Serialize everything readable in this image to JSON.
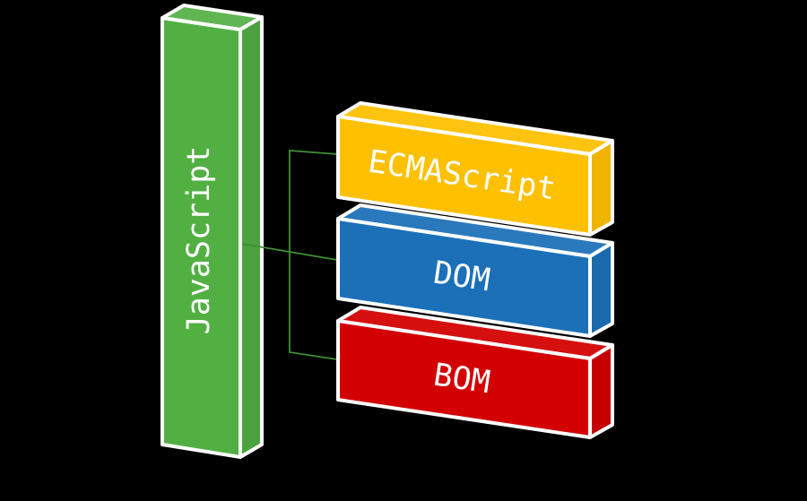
{
  "diagram": {
    "main_block": {
      "label": "JavaScript",
      "color": "#52b043"
    },
    "components": [
      {
        "label": "ECMAScript",
        "color": "#ffc000"
      },
      {
        "label": "DOM",
        "color": "#1c70b8"
      },
      {
        "label": "BOM",
        "color": "#d30000"
      }
    ],
    "connector_color": "#3f8f34",
    "outline_color": "#ffffff",
    "background": "#000000"
  }
}
